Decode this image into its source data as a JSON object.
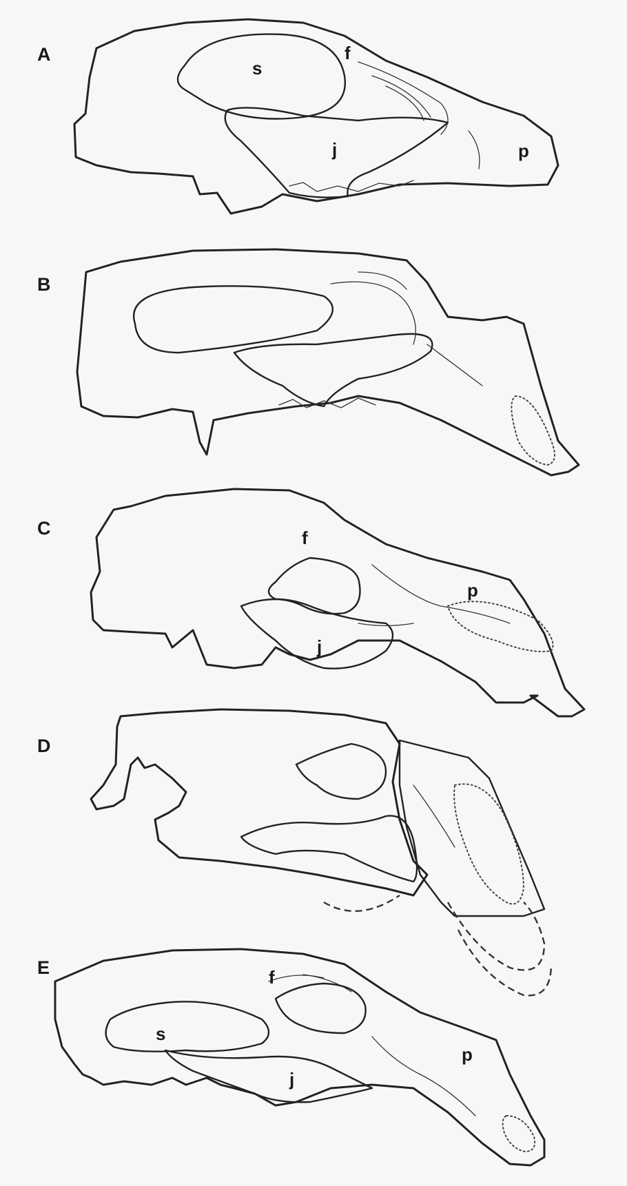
{
  "panels": [
    {
      "id": "A",
      "label": "A",
      "parts": [
        "s",
        "f",
        "j",
        "p"
      ]
    },
    {
      "id": "B",
      "label": "B",
      "parts": []
    },
    {
      "id": "C",
      "label": "C",
      "parts": [
        "f",
        "p",
        "j"
      ]
    },
    {
      "id": "D",
      "label": "D",
      "parts": []
    },
    {
      "id": "E",
      "label": "E",
      "parts": [
        "f",
        "s",
        "p",
        "j"
      ]
    }
  ]
}
